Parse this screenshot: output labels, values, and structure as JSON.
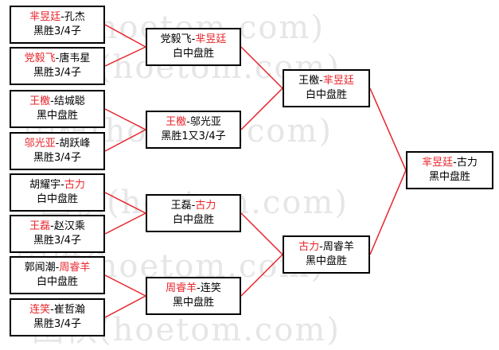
{
  "watermark": "围棋(hoetom.com)",
  "colors": {
    "winner": "#e8232a",
    "connector": "#e8232a",
    "text": "#000000",
    "border": "#000000"
  },
  "round1": [
    {
      "p1": "芈昱廷",
      "p2": "孔杰",
      "winner": 1,
      "result": "黑胜3/4子"
    },
    {
      "p1": "党毅飞",
      "p2": "唐韦星",
      "winner": 1,
      "result": "黑胜3/4子"
    },
    {
      "p1": "王檄",
      "p2": "结城聪",
      "winner": 1,
      "result": "黑中盘胜"
    },
    {
      "p1": "邬光亚",
      "p2": "胡跃峰",
      "winner": 1,
      "result": "黑胜3/4子"
    },
    {
      "p1": "胡耀宇",
      "p2": "古力",
      "winner": 2,
      "result": "白中盘胜"
    },
    {
      "p1": "王磊",
      "p2": "赵汉乘",
      "winner": 1,
      "result": "黑胜3/4子"
    },
    {
      "p1": "郭闻潮",
      "p2": "周睿羊",
      "winner": 2,
      "result": "白中盘胜"
    },
    {
      "p1": "连笑",
      "p2": "崔哲瀚",
      "winner": 1,
      "result": "黑胜3/4子"
    }
  ],
  "round2": [
    {
      "p1": "党毅飞",
      "p2": "芈昱廷",
      "winner": 2,
      "result": "白中盘胜"
    },
    {
      "p1": "王檄",
      "p2": "邬光亚",
      "winner": 1,
      "result": "黑胜1又3/4子"
    },
    {
      "p1": "王磊",
      "p2": "古力",
      "winner": 2,
      "result": "白中盘胜"
    },
    {
      "p1": "周睿羊",
      "p2": "连笑",
      "winner": 1,
      "result": "黑中盘胜"
    }
  ],
  "round3": [
    {
      "p1": "王檄",
      "p2": "芈昱廷",
      "winner": 2,
      "result": "白中盘胜"
    },
    {
      "p1": "古力",
      "p2": "周睿羊",
      "winner": 1,
      "result": "黑中盘胜"
    }
  ],
  "final": [
    {
      "p1": "芈昱廷",
      "p2": "古力",
      "winner": 1,
      "result": "黑中盘胜"
    }
  ]
}
